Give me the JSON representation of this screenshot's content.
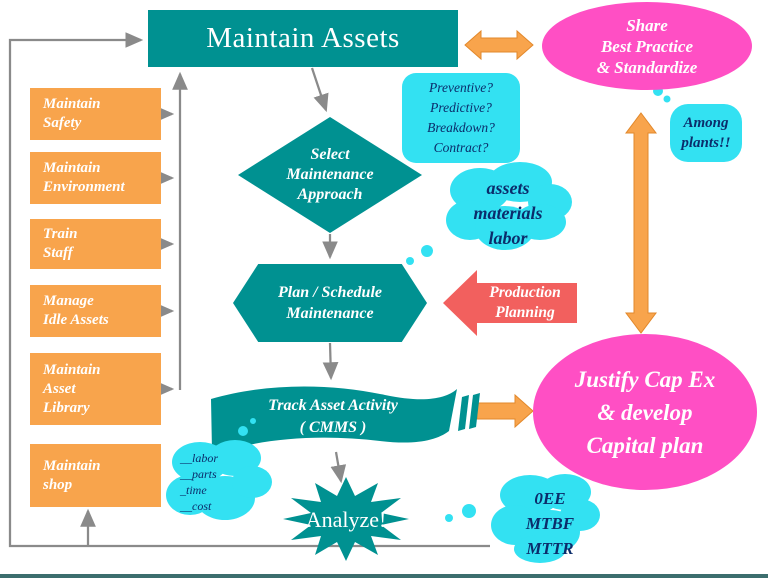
{
  "palette": {
    "teal": "#009191",
    "orange": "#F8A44C",
    "pink": "#FF4FC4",
    "cyan": "#33E1F2",
    "red": "#F2605E",
    "connector_gray": "#8A8A8A",
    "bubble_text_navy": "#0B2D6B"
  },
  "main_flow": {
    "maintain_assets": "Maintain Assets",
    "select_approach": "Select\nMaintenance\nApproach",
    "plan_schedule": "Plan / Schedule\nMaintenance",
    "track_activity": "Track Asset Activity\n( CMMS )",
    "analyze": "Analyze!"
  },
  "left_tasks": [
    {
      "label": "Maintain\nSafety"
    },
    {
      "label": "Maintain\nEnvironment"
    },
    {
      "label": "Train\nStaff"
    },
    {
      "label": "Manage\nIdle Assets"
    },
    {
      "label": "Maintain\nAsset\nLibrary"
    },
    {
      "label": "Maintain\nshop"
    }
  ],
  "bubbles": {
    "approach_options": "Preventive?\nPredictive?\nBreakdown?\nContract?",
    "resources": "assets\nmaterials\nlabor",
    "cost_items": "__labor\n__parts\n_time\n__cost",
    "metrics": "0EE\nMTBF\nMTTR",
    "among_plants": "Among\nplants!!"
  },
  "side_nodes": {
    "share_best_practice": "Share\nBest Practice\n& Standardize",
    "justify_capex": "Justify Cap Ex\n& develop\nCapital plan",
    "production_planning": "Production\nPlanning"
  }
}
